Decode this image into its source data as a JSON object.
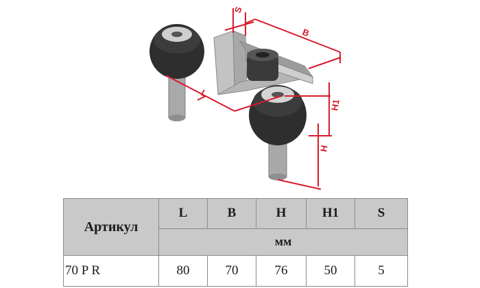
{
  "figure": {
    "dimension_labels": {
      "S": "S",
      "B": "B",
      "L": "L",
      "H": "H",
      "H1": "H1"
    },
    "colors": {
      "dimension": "#d81a2a",
      "plate": "#b9b9b9",
      "roller": "#2e2e2e",
      "shaft": "#a9a9a9"
    }
  },
  "table": {
    "article_header": "Артикул",
    "columns": [
      "L",
      "B",
      "H",
      "H1",
      "S"
    ],
    "unit": "мм",
    "rows": [
      {
        "article": "70 P R",
        "values": [
          "80",
          "70",
          "76",
          "50",
          "5"
        ]
      }
    ]
  }
}
